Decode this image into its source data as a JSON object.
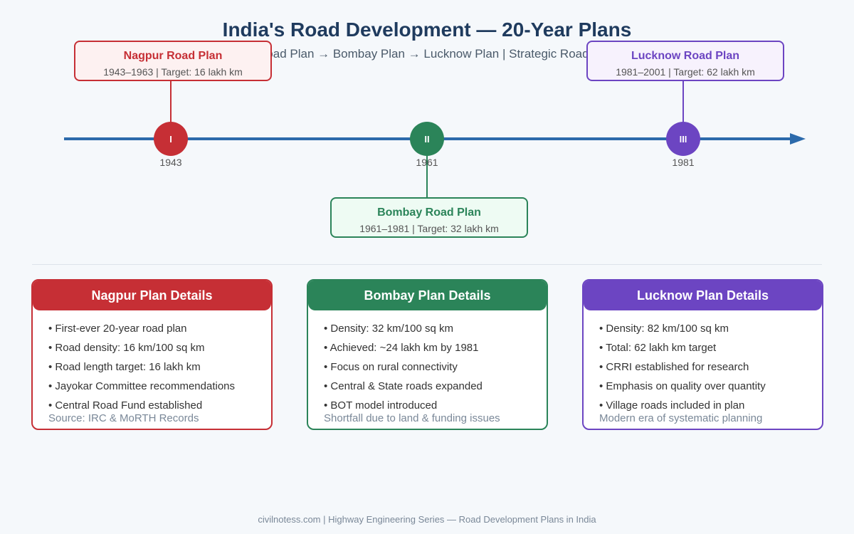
{
  "header": {
    "title": "India's Road Development — 20-Year Plans",
    "subtitle": "Nagpur Road Plan → Bombay Plan → Lucknow Plan | Strategic Road Planning"
  },
  "colors": {
    "nagpur": "#c62f35",
    "bombay": "#2b8459",
    "lucknow": "#6c45c2",
    "axis": "#2c6aab",
    "title": "#1f3b5e"
  },
  "timeline": {
    "plans": [
      {
        "numeral": "I",
        "year": "1943",
        "name": "Nagpur Road Plan",
        "info": "1943–1963 | Target: 16 lakh km"
      },
      {
        "numeral": "II",
        "year": "1961",
        "name": "Bombay Road Plan",
        "info": "1961–1981 | Target: 32 lakh km"
      },
      {
        "numeral": "III",
        "year": "1981",
        "name": "Lucknow Road Plan",
        "info": "1981–2001 | Target: 62 lakh km"
      }
    ]
  },
  "cards": [
    {
      "title": "Nagpur Plan Details",
      "items": [
        "• First-ever 20-year road plan",
        "• Road density: 16 km/100 sq km",
        "• Road length target: 16 lakh km",
        "• Jayokar Committee recommendations",
        "• Central Road Fund established"
      ],
      "note": "Source: IRC & MoRTH Records"
    },
    {
      "title": "Bombay Plan Details",
      "items": [
        "• Density: 32 km/100 sq km",
        "• Achieved: ~24 lakh km by 1981",
        "• Focus on rural connectivity",
        "• Central & State roads expanded",
        "• BOT model introduced"
      ],
      "note": "Shortfall due to land & funding issues"
    },
    {
      "title": "Lucknow Plan Details",
      "items": [
        "• Density: 82 km/100 sq km",
        "• Total: 62 lakh km target",
        "• CRRI established for research",
        "• Emphasis on quality over quantity",
        "• Village roads included in plan"
      ],
      "note": "Modern era of systematic planning"
    }
  ],
  "footer": {
    "text": "civilnotess.com | Highway Engineering Series — Road Development Plans in India"
  }
}
